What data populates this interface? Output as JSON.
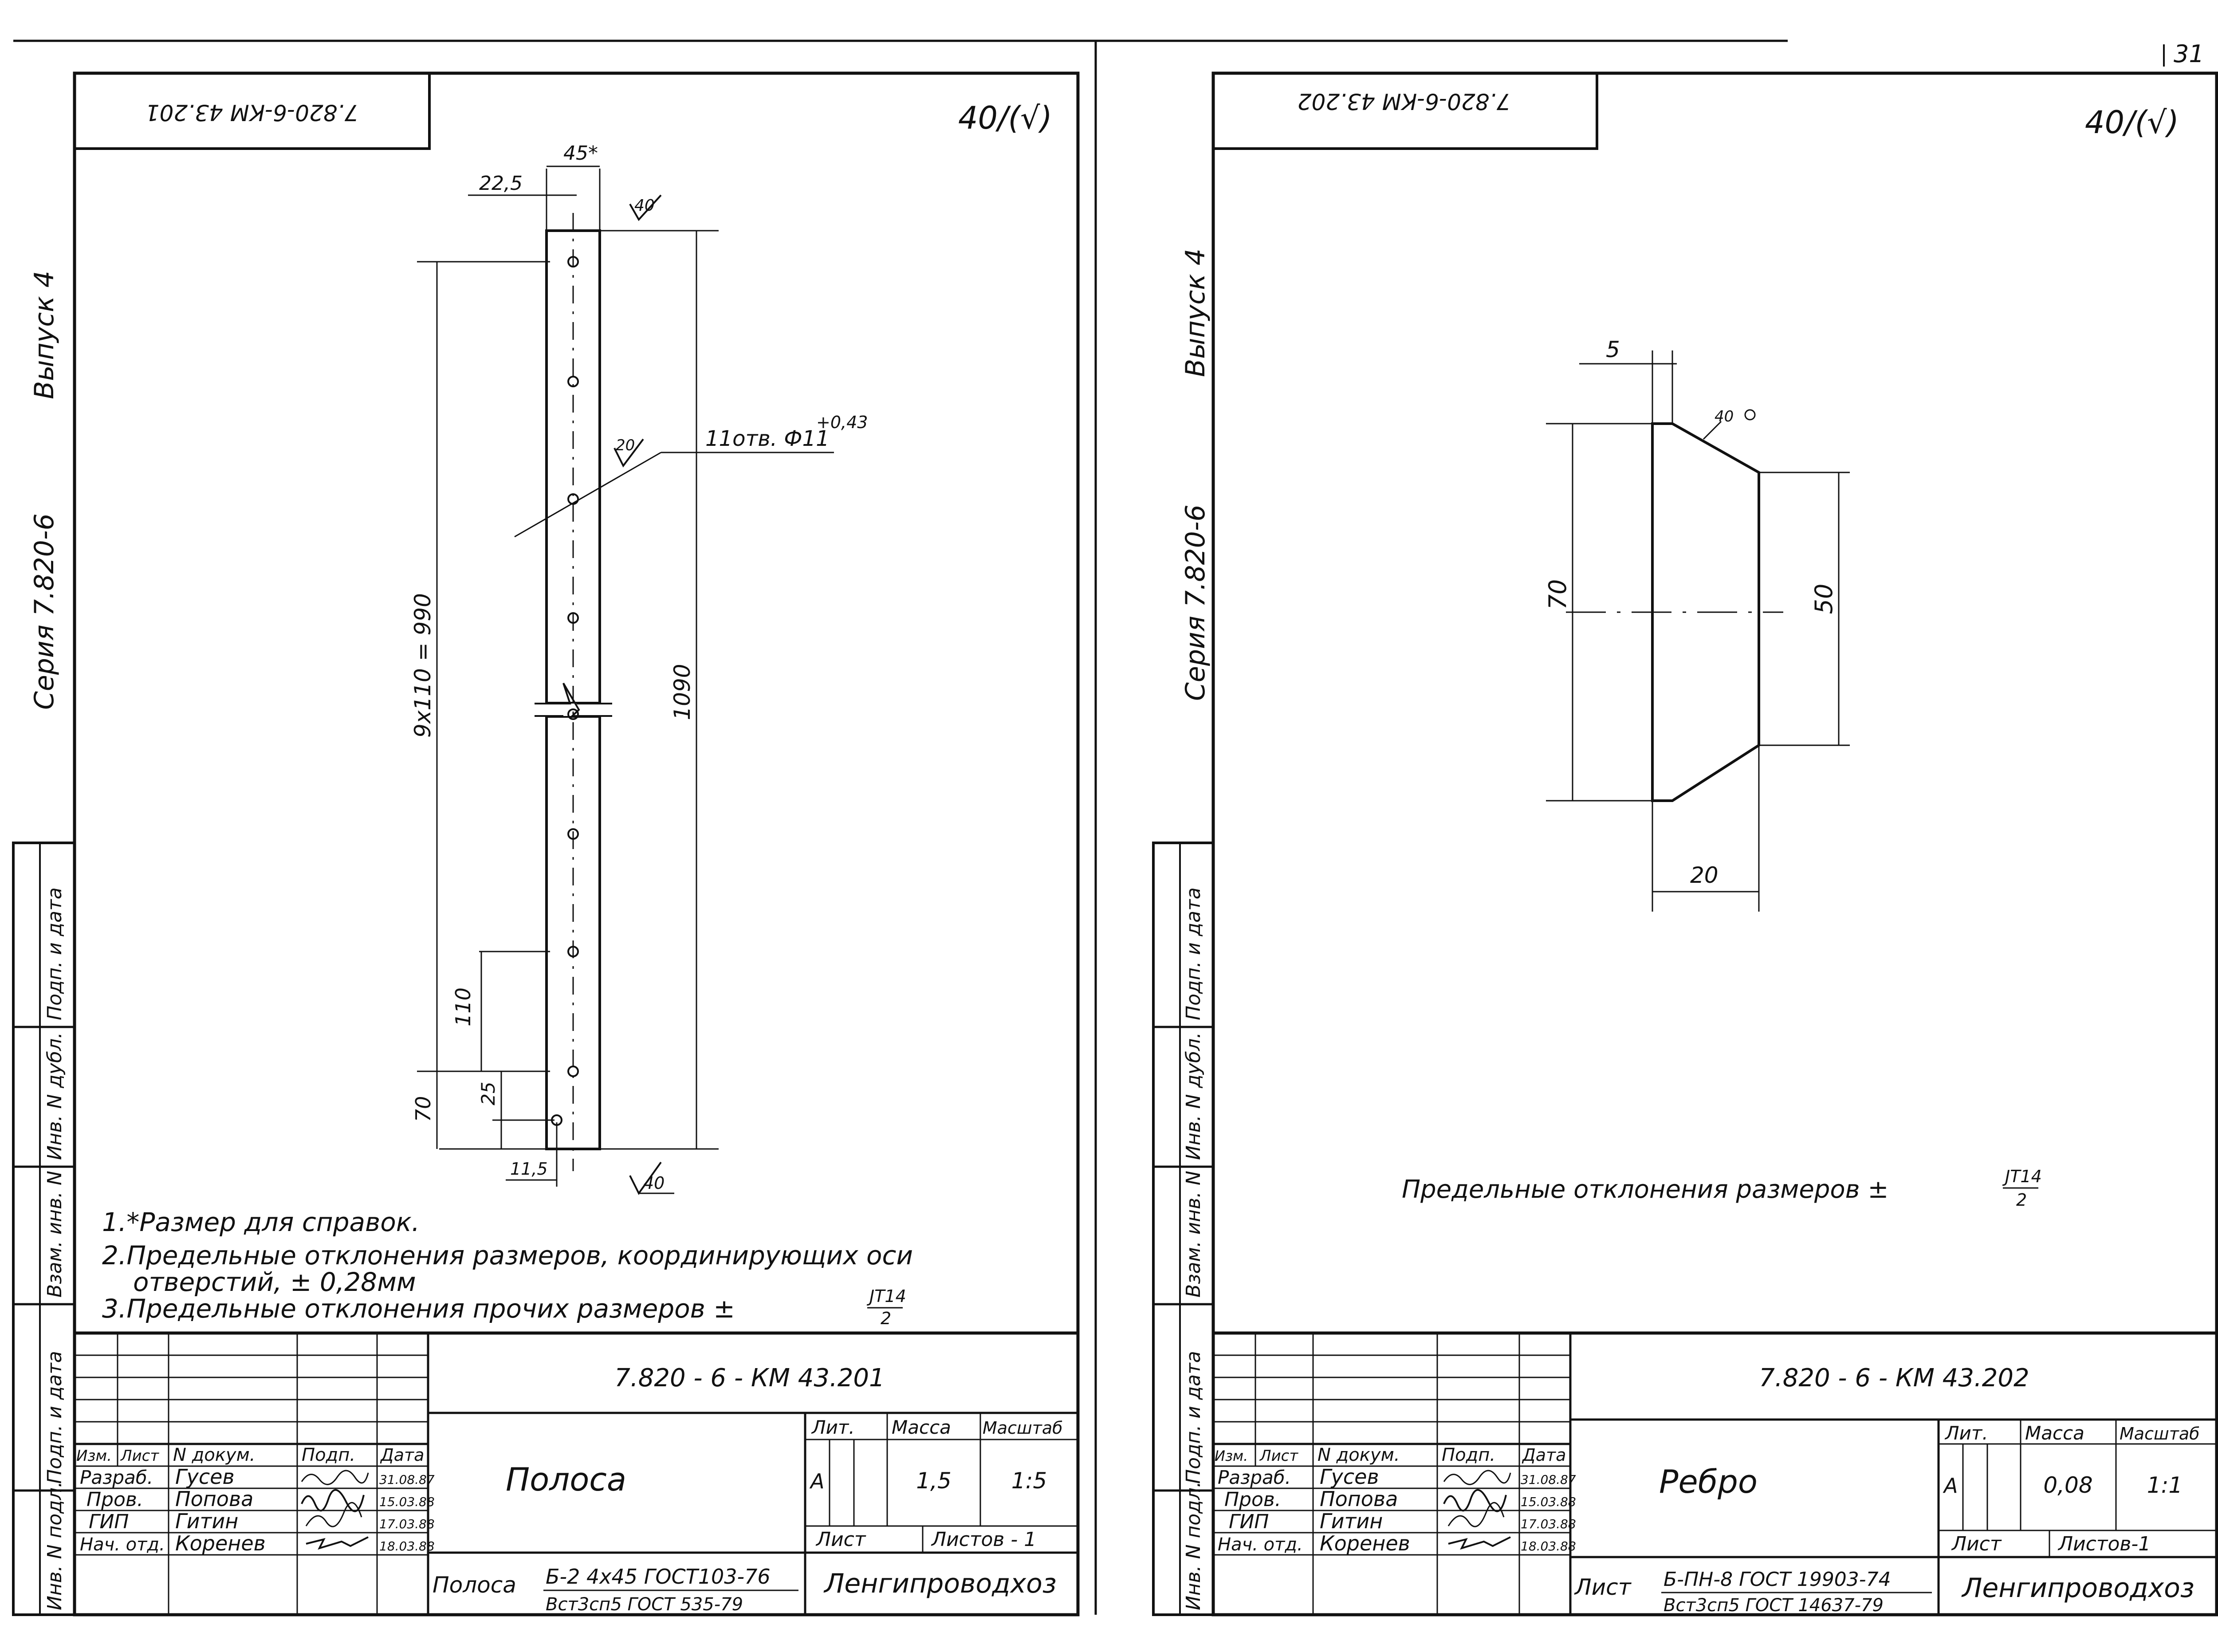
{
  "page_number": "31",
  "left_sheet": {
    "stamp_top": "7.820-6-КМ 43.201",
    "roughness": "40/(√)",
    "side_series": "Серия 7.820-6",
    "side_issue": "Выпуск 4",
    "side_boxes": [
      "Подп. и дата",
      "Инв. N дубл.",
      "Взам. инв. N",
      "Подп. и дата",
      "Инв. N подл."
    ],
    "dims": {
      "d45": "45*",
      "d22_5": "22,5",
      "r40_top": "40",
      "r20": "20",
      "holes": "11отв. Ф11",
      "holes_tol": "+0,43",
      "d990": "9х110 = 990",
      "d1090": "1090",
      "d110": "110",
      "d70": "70",
      "d25": "25",
      "d11_5": "11,5",
      "r40_bottom": "40"
    },
    "notes": [
      "1.*Размер для справок.",
      "2.Предельные отклонения размеров, координирующих оси",
      "отверстий, ± 0,28мм",
      "3.Предельные отклонения прочих размеров ±"
    ],
    "tol_num": "JT14",
    "tol_den": "2",
    "title_block": {
      "code": "7.820 - 6 - КМ 43.201",
      "name": "Полоса",
      "headers": [
        "Изм.",
        "Лист",
        "N докум.",
        "Подп.",
        "Дата"
      ],
      "people": [
        {
          "role": "Разраб.",
          "name": "Гусев",
          "date": "31.08.87"
        },
        {
          "role": "Пров.",
          "name": "Попова",
          "date": "15.03.88"
        },
        {
          "role": "ГИП",
          "name": "Гитин",
          "date": "17.03.88"
        },
        {
          "role": "Нач. отд.",
          "name": "Коренев",
          "date": "18.03.88"
        }
      ],
      "lit_label": "Лит.",
      "mass_label": "Масса",
      "scale_label": "Масштаб",
      "lit": "А",
      "mass": "1,5",
      "scale": "1:5",
      "sheet_label": "Лист",
      "sheets_label": "Листов - 1",
      "material_prefix": "Полоса",
      "material_top": "Б-2 4х45 ГОСТ103-76",
      "material_bottom": "Вст3сп5 ГОСТ 535-79",
      "org": "Ленгипроводхоз"
    }
  },
  "right_sheet": {
    "stamp_top": "7.820-6-КМ 43.202",
    "roughness": "40/(√)",
    "side_series": "Серия 7.820-6",
    "side_issue": "Выпуск 4",
    "side_boxes": [
      "Подп. и дата",
      "Инв. N дубл.",
      "Взам. инв. N",
      "Подп. и дата",
      "Инв. N подл."
    ],
    "dims": {
      "d5": "5",
      "r40": "40",
      "d70": "70",
      "d50": "50",
      "d20": "20"
    },
    "note": "Предельные отклонения размеров ±",
    "tol_num": "JT14",
    "tol_den": "2",
    "title_block": {
      "code": "7.820 - 6 - КМ 43.202",
      "name": "Ребро",
      "headers": [
        "Изм.",
        "Лист",
        "N докум.",
        "Подп.",
        "Дата"
      ],
      "people": [
        {
          "role": "Разраб.",
          "name": "Гусев",
          "date": "31.08.87"
        },
        {
          "role": "Пров.",
          "name": "Попова",
          "date": "15.03.88"
        },
        {
          "role": "ГИП",
          "name": "Гитин",
          "date": "17.03.88"
        },
        {
          "role": "Нач. отд.",
          "name": "Коренев",
          "date": "18.03.88"
        }
      ],
      "lit_label": "Лит.",
      "mass_label": "Масса",
      "scale_label": "Масштаб",
      "lit": "А",
      "mass": "0,08",
      "scale": "1:1",
      "sheet_label": "Лист",
      "sheets_label": "Листов-1",
      "material_prefix": "Лист",
      "material_top": "Б-ПН-8 ГОСТ 19903-74",
      "material_bottom": "Вст3сп5 ГОСТ 14637-79",
      "org": "Ленгипроводхоз"
    }
  }
}
